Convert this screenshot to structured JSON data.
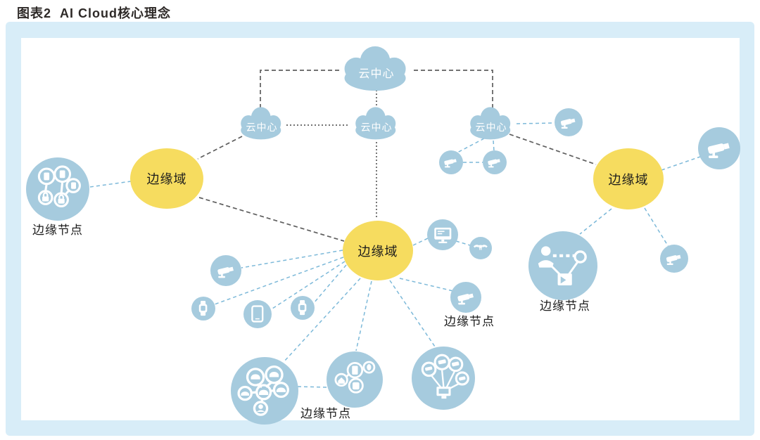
{
  "title": "图表2  AI Cloud核心理念",
  "labels": {
    "cloud_center": "云中心",
    "edge_domain": "边缘域",
    "edge_node": "边缘节点"
  },
  "nodes": {
    "clouds": [
      {
        "id": "cloud-root",
        "label": "云中心",
        "level": "root"
      },
      {
        "id": "cloud-left",
        "label": "云中心",
        "level": "sub"
      },
      {
        "id": "cloud-middle",
        "label": "云中心",
        "level": "sub"
      },
      {
        "id": "cloud-right",
        "label": "云中心",
        "level": "sub"
      }
    ],
    "edge_domains": [
      {
        "id": "edge-domain-left",
        "label": "边缘域"
      },
      {
        "id": "edge-domain-middle",
        "label": "边缘域"
      },
      {
        "id": "edge-domain-right",
        "label": "边缘域"
      }
    ],
    "edge_node_captions": [
      {
        "id": "edge-node-left",
        "label": "边缘节点"
      },
      {
        "id": "edge-node-middle-right",
        "label": "边缘节点"
      },
      {
        "id": "edge-node-bottom",
        "label": "边缘节点"
      },
      {
        "id": "edge-node-right",
        "label": "边缘节点"
      }
    ],
    "device_icons": [
      "cctv-camera",
      "smartwatch",
      "tablet",
      "monitor",
      "drone",
      "iot-lock-network",
      "vehicle-network",
      "smart-home-network",
      "cctv-network",
      "person-tracking"
    ]
  },
  "colors": {
    "node_blue": "#a6cbde",
    "node_yellow": "#f6dc5f",
    "frame_blue": "#d8edf8",
    "connector_dark": "#5e5e5e",
    "connector_blue": "#7db9d9",
    "label_text": "#1c1c1c",
    "cloud_text": "#ffffff"
  }
}
